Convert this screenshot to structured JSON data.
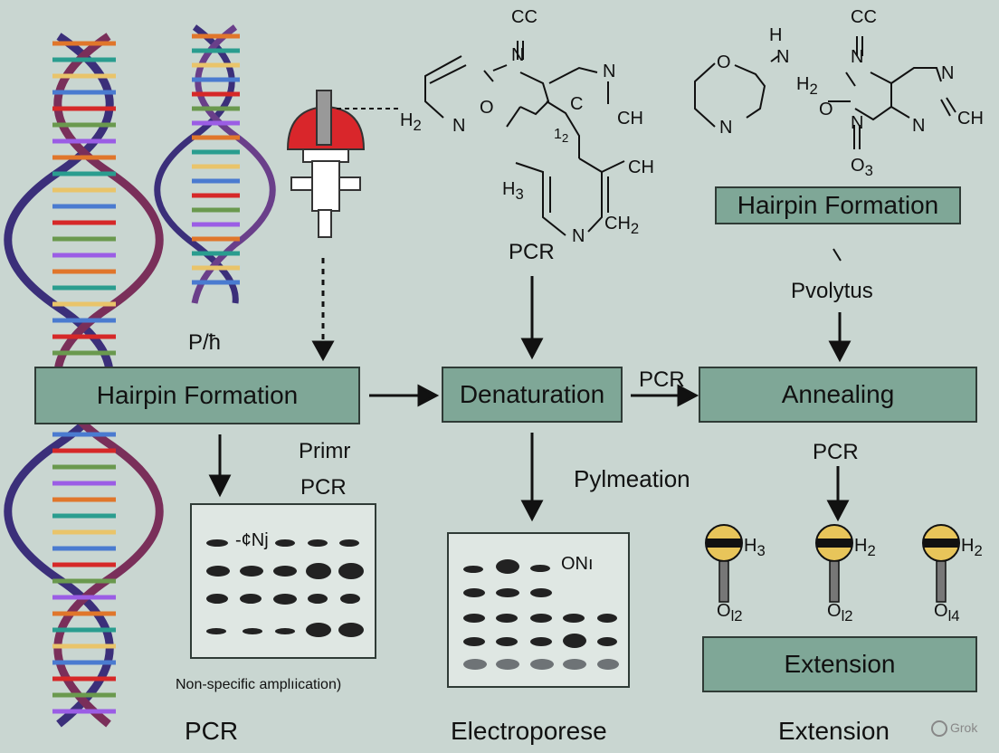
{
  "boxes": {
    "hairpin_left": "Hairpin Formation",
    "denaturation": "Denaturation",
    "annealing": "Annealing",
    "hairpin_top_right": "Hairpin Formation",
    "extension_box": "Extension"
  },
  "labels": {
    "p_h": "P/ħ",
    "pcr_top_center": "PCR",
    "pvolytus": "Pvolytus",
    "pcr_arrow": "PCR",
    "primr": "Primr",
    "pcr_under_primr": "PCR",
    "pylmeation": "Pylmeation",
    "pcr_right": "PCR",
    "non_specific": "Non-specific amplıication)",
    "gel_label_left": "-¢Nj",
    "gel_label_center": "ONı",
    "bottom_pcr": "PCR",
    "bottom_electro": "Electroporese",
    "bottom_extension": "Extension",
    "watermark": "Grok"
  },
  "chem": {
    "cc1": "CC",
    "n1": "N",
    "n2": "N",
    "h2_1": "H",
    "h2_1_sub": "2",
    "o1": "O",
    "n3": "N",
    "c1": "C",
    "ch1": "CH",
    "one_two": "1",
    "one_two_sub": "2",
    "h3": "H",
    "h3_sub": "3",
    "ch2": "CH",
    "n4": "N",
    "ch2b": "CH",
    "ch2b_sub": "2",
    "r_o": "O",
    "r_h": "H",
    "r_n1": "N",
    "r_n2": "N",
    "r_cc": "CC",
    "r_n3": "N",
    "r_h2": "H",
    "r_h2_sub": "2",
    "r_o2": "O",
    "r_n4": "N",
    "r_n5": "N",
    "r_ch": "CH",
    "r_n6": "N",
    "r_o3": "O",
    "r_o3_sub": "3"
  },
  "molecules": [
    {
      "sub": "H",
      "sub2": "3",
      "o": "O",
      "o2": "l2"
    },
    {
      "sub": "H",
      "sub2": "2",
      "o": "O",
      "o2": "l2"
    },
    {
      "sub": "H",
      "sub2": "2",
      "o": "O",
      "o2": "l4"
    }
  ],
  "colors": {
    "background": "#c9d6d1",
    "box_fill": "#7fa797",
    "dna_backbone_1": "#3b2f7a",
    "dna_backbone_2": "#7a2f5a",
    "pipette_red": "#d9262b",
    "bead_yellow": "#e8c55a"
  }
}
